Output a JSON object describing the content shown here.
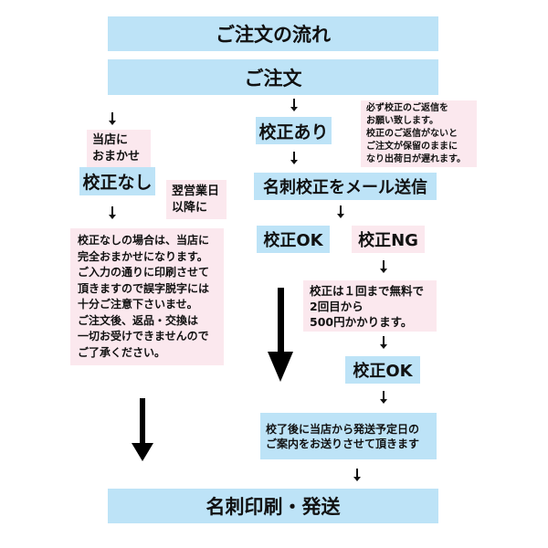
{
  "title": "ご注文の流れ",
  "order": "ご注文",
  "final_step": "名刺印刷・発送",
  "left_column": {
    "note_omakase": [
      "当店に",
      "おまかせ"
    ],
    "no_proof": "校正なし",
    "next_business_day": [
      "翌営業日",
      "以降に"
    ],
    "disclaimer": [
      "校正なしの場合は、当店に",
      "完全おまかせになります。",
      "ご入力の通りに印刷させて",
      "頂きますので誤字脱字には",
      "十分ご注意下さいませ。",
      "ご注文後、返品・交換は",
      "一切お受けできませんので",
      "ご了承ください。"
    ]
  },
  "right_column": {
    "with_proof": "校正あり",
    "reply_note": [
      "必ず校正のご返信を",
      "お願い致します。",
      "校正のご返信がないと",
      "ご注文が保留のままに",
      "なり出荷日が遅れます。"
    ],
    "send_proof": "名刺校正をメール送信",
    "proof_ok": "校正OK",
    "proof_ng": "校正NG",
    "ng_note": [
      "校正は１回まで無料で",
      "2回目から",
      "500円かかります。"
    ],
    "proof_ok_2": "校正OK",
    "ship_note": [
      "校了後に当店から発送予定日の",
      "ご案内をお送りさせて頂きます"
    ]
  },
  "colors": {
    "blue_box": "#bde3f7",
    "pink_box": "#fbe8ee",
    "arrow": "#000000"
  }
}
